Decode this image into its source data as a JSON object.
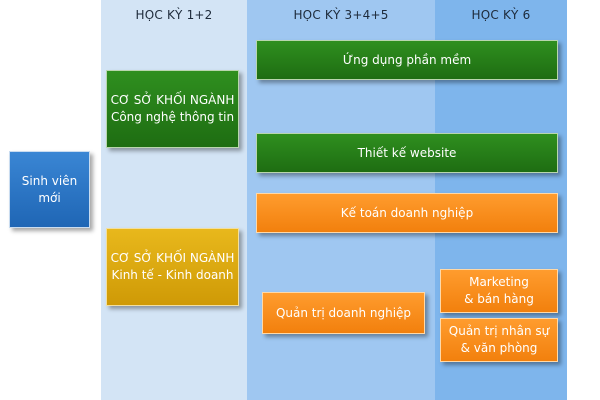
{
  "columns": [
    {
      "header": "HỌC KỲ 1+2",
      "color": "#d3e4f5"
    },
    {
      "header": "HỌC KỲ 3+4+5",
      "color": "#9fc7f1"
    },
    {
      "header": "HỌC KỲ 6",
      "color": "#7eb5ec"
    }
  ],
  "start": {
    "label": "Sinh viên\nmới",
    "color": "#2874c8"
  },
  "foundation": [
    {
      "label": "CƠ SỞ KHỐI NGÀNH\nCông nghệ thông tin",
      "color": "#2a8a1c"
    },
    {
      "label": "CƠ SỞ KHỐI NGÀNH\nKinh tế - Kinh doanh",
      "color": "#d9a70d"
    }
  ],
  "majors": [
    {
      "label": "Ứng dụng phần mềm",
      "color": "#227a17"
    },
    {
      "label": "Thiết kế website",
      "color": "#227a17"
    },
    {
      "label": "Kế toán doanh nghiệp",
      "color": "#f68a1e"
    },
    {
      "label": "Quản trị doanh nghiệp",
      "color": "#f68a1e"
    },
    {
      "label": "Marketing\n& bán hàng",
      "color": "#f68a1e"
    },
    {
      "label": "Quản trị nhân sự\n& văn phòng",
      "color": "#f68a1e"
    }
  ]
}
